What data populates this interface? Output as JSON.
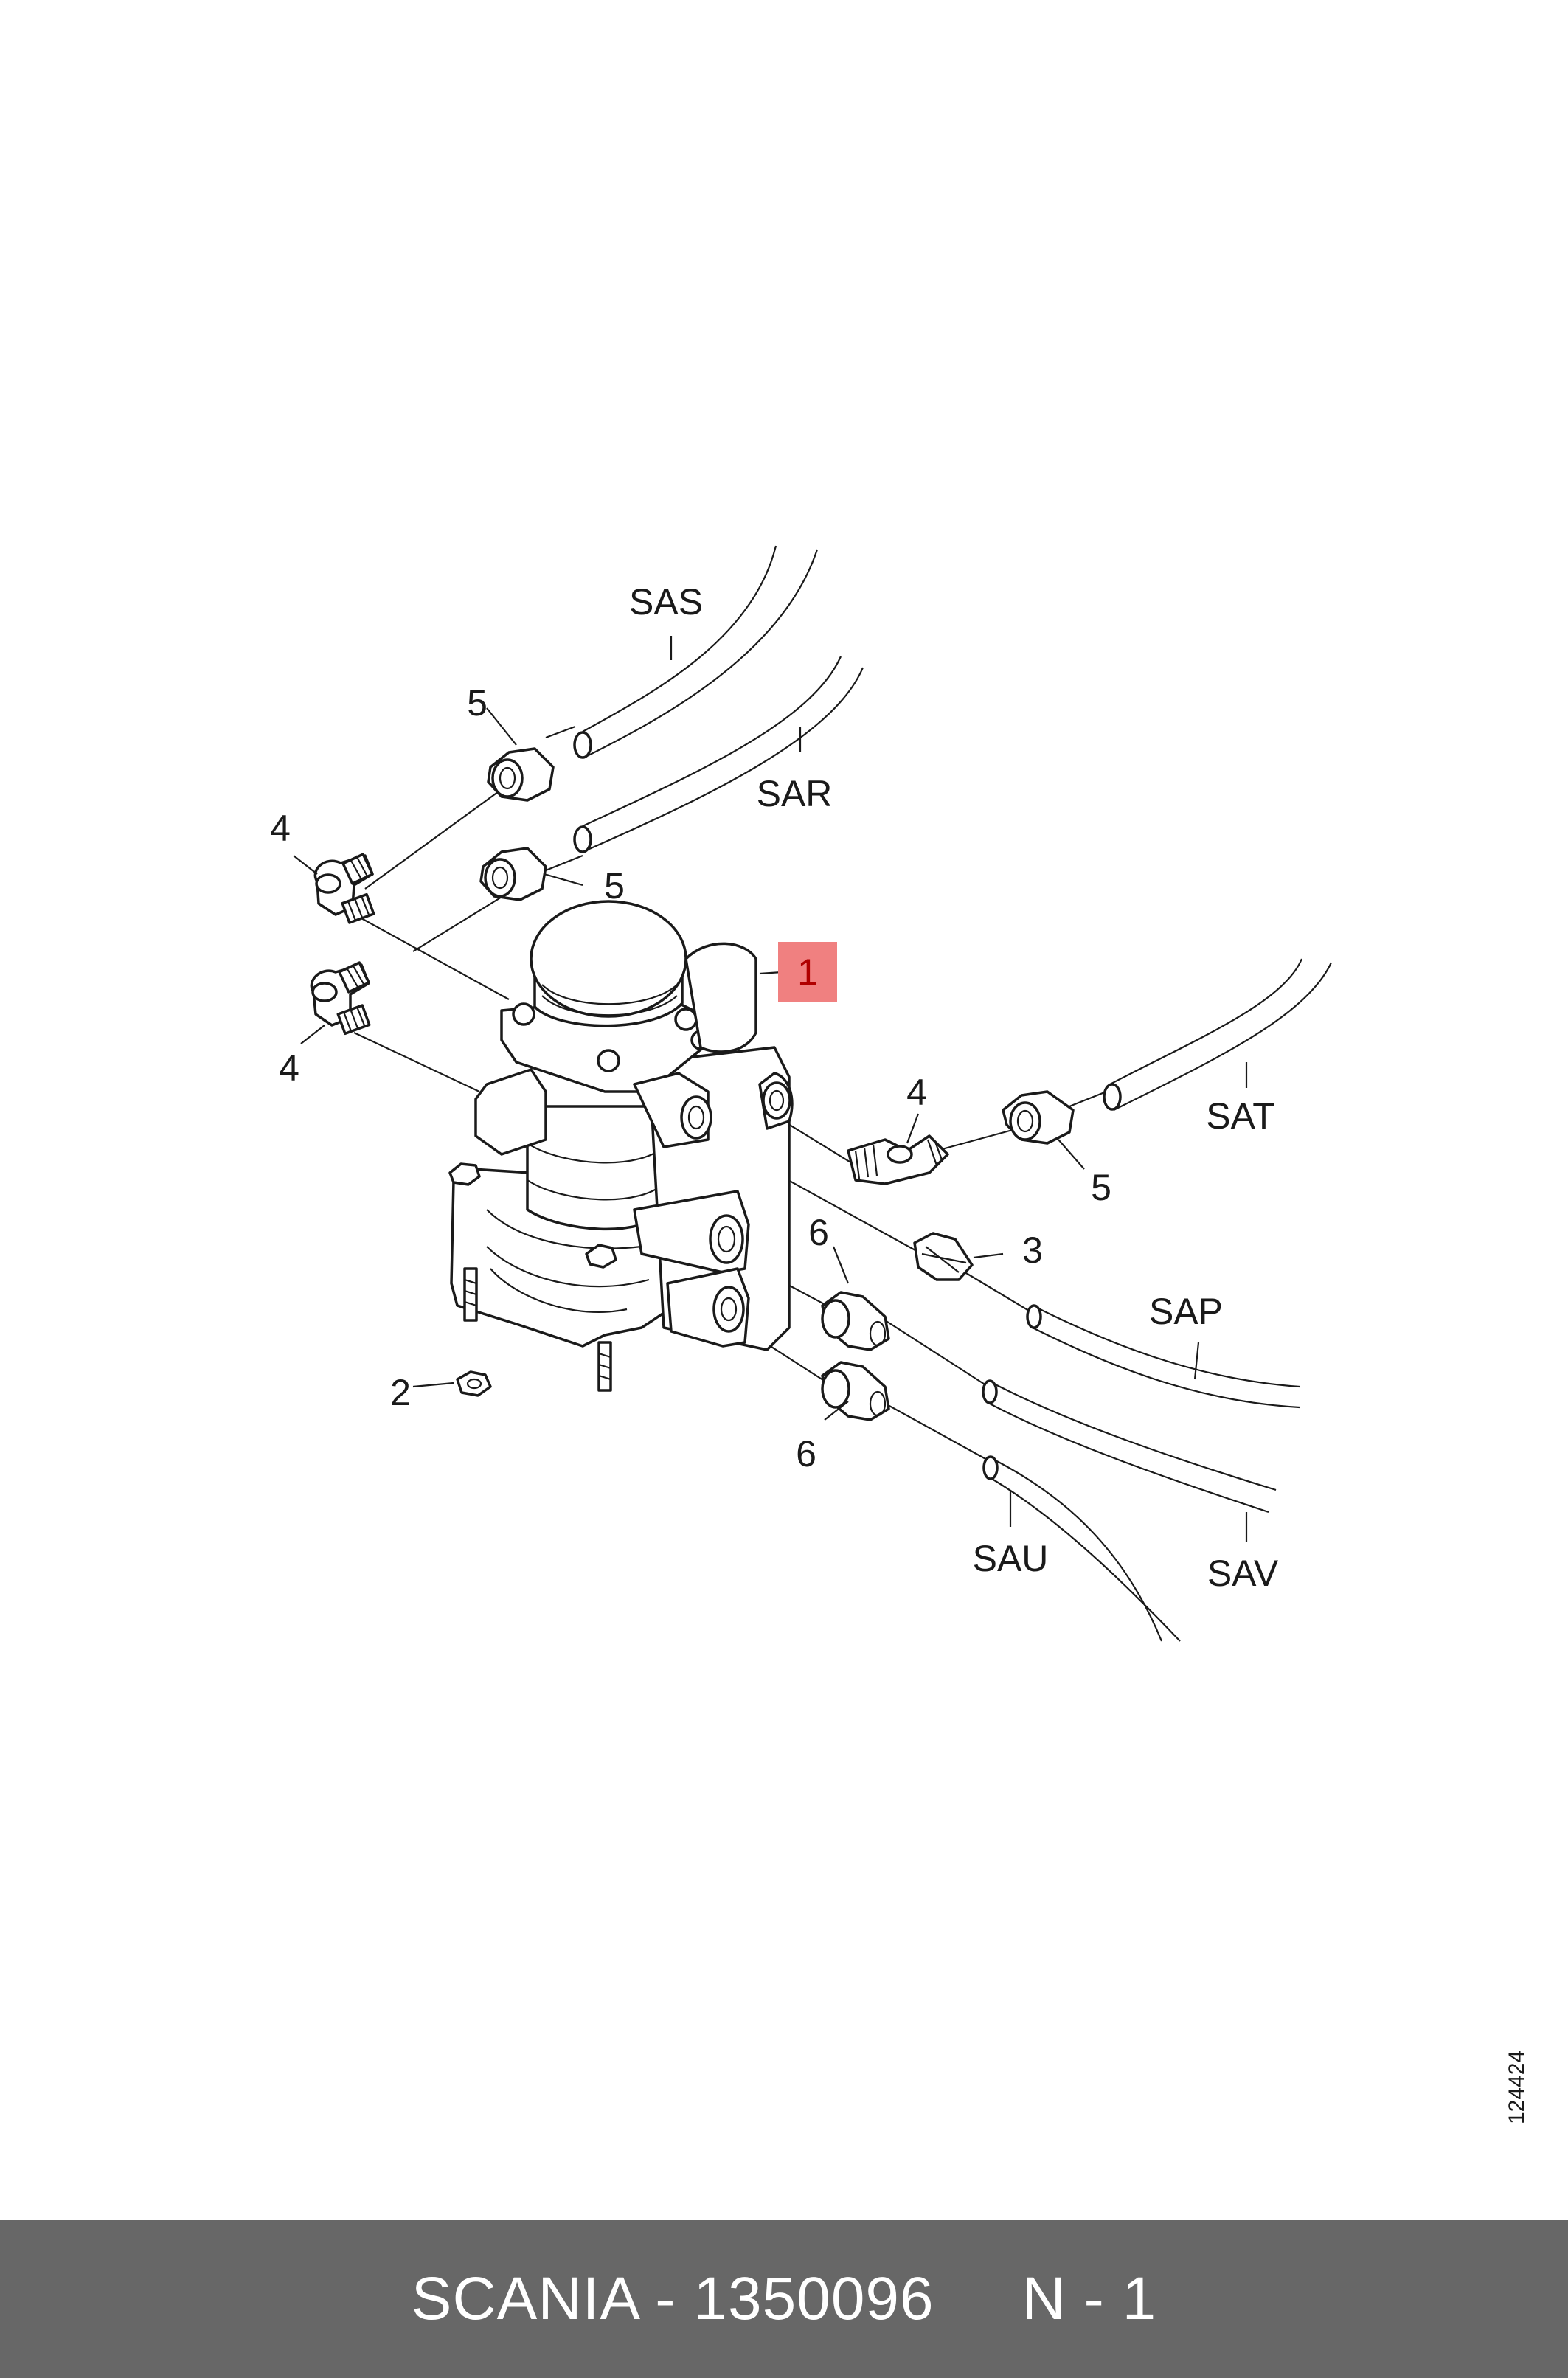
{
  "callouts": {
    "p1": "1",
    "p2": "2",
    "p3": "3",
    "p4_a": "4",
    "p4_b": "4",
    "p4_c": "4",
    "p5_a": "5",
    "p5_b": "5",
    "p5_c": "5",
    "p6_a": "6",
    "p6_b": "6"
  },
  "pipes": {
    "sas": "SAS",
    "sar": "SAR",
    "sat": "SAT",
    "sap": "SAP",
    "sav": "SAV",
    "sau": "SAU"
  },
  "highlight": {
    "part": "1",
    "color": "#f08080"
  },
  "drawing_id": "124424",
  "footer": {
    "text": "SCANIA - 1350096     N - 1",
    "background": "#676767"
  }
}
